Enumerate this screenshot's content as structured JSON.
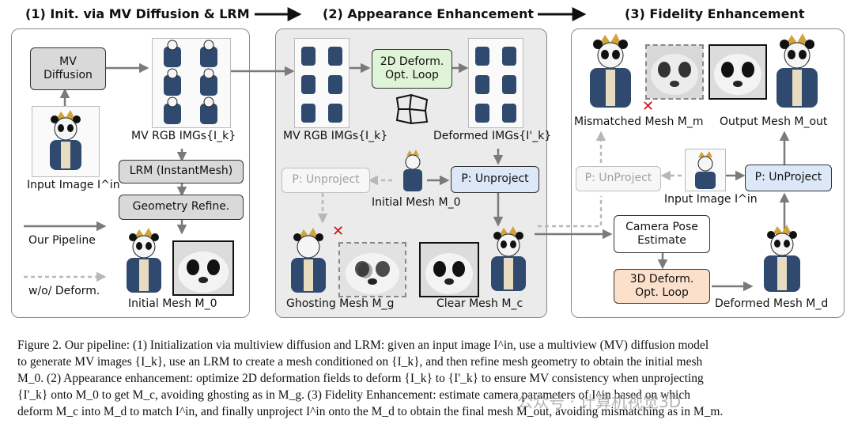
{
  "titles": {
    "stage1": "(1) Init. via MV Diffusion & LRM",
    "stage2": "(2) Appearance  Enhancement",
    "stage3": "(3) Fidelity Enhancement"
  },
  "stage1": {
    "mv_diffusion": "MV\nDiffusion",
    "mv_rgb": "MV RGB IMGs{I_k}",
    "lrm": "LRM (InstantMesh)",
    "geometry": "Geometry Refine.",
    "input_image": "Input Image I^in",
    "initial_mesh": "Initial Mesh M_0",
    "legend_pipeline": "Our Pipeline",
    "legend_wo": "w/o/ Deform."
  },
  "stage2": {
    "deform_loop": "2D Deform.\nOpt. Loop",
    "mv_rgb": "MV RGB IMGs{I_k}",
    "deformed": "Deformed IMGs{I'_k}",
    "unproject_faded": "P: Unproject",
    "unproject": "P: Unproject",
    "initial_mesh": "Initial Mesh M_0",
    "ghosting": "Ghosting Mesh M_g",
    "clear": "Clear Mesh M_c"
  },
  "stage3": {
    "mismatched": "Mismatched Mesh M_m",
    "output": "Output Mesh M_out",
    "unproject_faded": "P: UnProject",
    "unproject": "P: UnProject",
    "input_image": "Input Image I^in",
    "camera_pose": "Camera Pose\nEstimate",
    "deform3d": "3D Deform.\nOpt. Loop",
    "deformed_mesh": "Deformed Mesh M_d"
  },
  "caption": {
    "line1": "Figure 2. Our pipeline: (1) Initialization via multiview diffusion and LRM: given an input image I^in, use a multiview (MV) diffusion model",
    "line2": "to generate MV images {I_k}, use an LRM to create a mesh conditioned on {I_k}, and then refine mesh geometry to obtain the initial mesh",
    "line3": "M_0. (2) Appearance enhancement: optimize 2D deformation fields to deform {I_k} to {I'_k} to ensure MV consistency when unprojecting",
    "line4": "{I'_k} onto M_0 to get M_c, avoiding ghosting as in M_g. (3) Fidelity Enhancement: estimate camera parameters of I^in based on which",
    "line5": "deform M_c into M_d to match I^in, and finally unproject I^in onto the M_d to obtain the final mesh M_out, avoiding mismatching as in M_m."
  },
  "watermark": "公众号 · 计算机视觉3D",
  "colors": {
    "arrow": "#7a7a7a",
    "green": "#dff3d6",
    "blue": "#dce8f7",
    "orange": "#fbe0cc",
    "gray": "#d9d9d9",
    "cross": "#cc1111"
  }
}
